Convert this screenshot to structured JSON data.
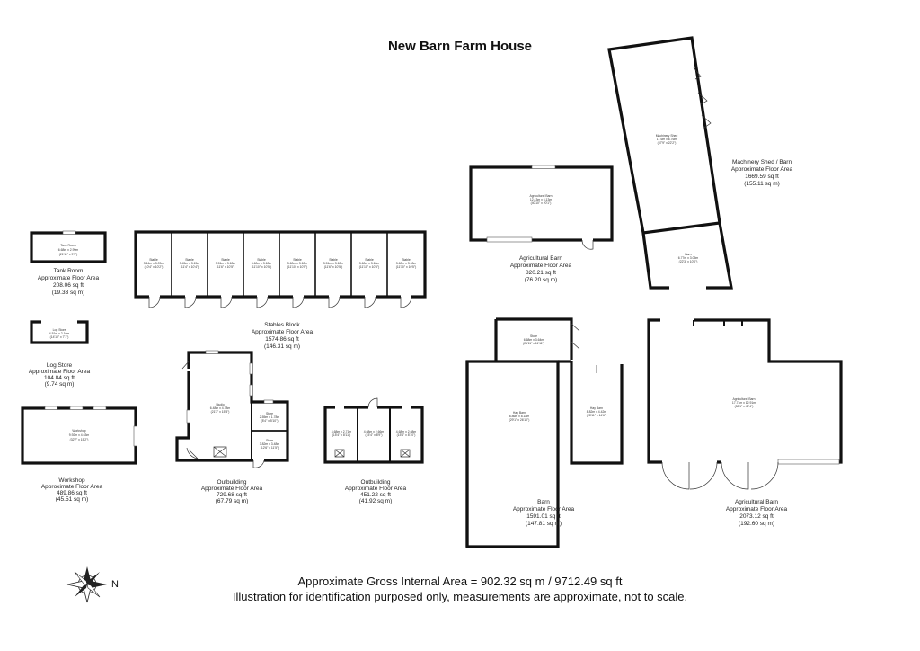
{
  "title": "New Barn Farm House",
  "footer": {
    "gross_area": "Approximate Gross Internal Area = 902.32 sq m / 9712.49 sq ft",
    "disclaimer": "Illustration for identification purposed only, measurements are approximate, not to scale."
  },
  "compass_label": "N",
  "buildings": {
    "tank_room": {
      "name": "Tank Room",
      "area_label": "Approximate Floor Area",
      "sqft": "208.06 sq ft",
      "sqm": "(19.33 sq m)"
    },
    "log_store": {
      "name": "Log Store",
      "area_label": "Approximate Floor Area",
      "sqft": "104.84 sq ft",
      "sqm": "(9.74 sq m)"
    },
    "workshop": {
      "name": "Workshop",
      "area_label": "Approximate Floor Area",
      "sqft": "489.86 sq ft",
      "sqm": "(45.51 sq m)"
    },
    "stables_block": {
      "name": "Stables Block",
      "area_label": "Approximate Floor Area",
      "sqft": "1574.86 sq ft",
      "sqm": "(146.31 sq m)"
    },
    "outbuilding_1": {
      "name": "Outbuilding",
      "area_label": "Approximate Floor Area",
      "sqft": "729.68 sq ft",
      "sqm": "(67.79 sq m)"
    },
    "outbuilding_2": {
      "name": "Outbuilding",
      "area_label": "Approximate Floor Area",
      "sqft": "451.22 sq ft",
      "sqm": "(41.92 sq m)"
    },
    "agricultural_barn_1": {
      "name": "Agricultural Barn",
      "area_label": "Approximate Floor Area",
      "sqft": "820.21 sq ft",
      "sqm": "(76.20 sq m)"
    },
    "machinery_shed": {
      "name": "Machinery Shed / Barn",
      "area_label": "Approximate Floor Area",
      "sqft": "1669.59 sq ft",
      "sqm": "(155.11 sq m)"
    },
    "barn": {
      "name": "Barn",
      "area_label": "Approximate Floor Area",
      "sqft": "1591.01 sq ft",
      "sqm": "(147.81 sq m)"
    },
    "agricultural_barn_2": {
      "name": "Agricultural Barn",
      "area_label": "Approximate Floor Area",
      "sqft": "2073.12 sq ft",
      "sqm": "(192.60 sq m)"
    }
  },
  "rooms": {
    "tank_room": {
      "name": "Tank Room",
      "dims": "6.68m x 2.99m",
      "imperial": "(21'11\" x 9'9\")"
    },
    "log_store": {
      "name": "Log Store",
      "dims": "4.51m x 2.16m",
      "imperial": "(14'10\" x 7'1\")"
    },
    "workshop": {
      "name": "Workshop",
      "dims": "9.92m x 4.63m",
      "imperial": "(32'7\" x 15'2\")"
    },
    "stables": [
      {
        "name": "Stable",
        "dims": "3.14m x 3.09m",
        "imperial": "(10'4\" x 10'2\")"
      },
      {
        "name": "Stable",
        "dims": "3.45m x 3.15m",
        "imperial": "(11'4\" x 10'4\")"
      },
      {
        "name": "Stable",
        "dims": "3.51m x 3.18m",
        "imperial": "(11'6\" x 10'5\")"
      },
      {
        "name": "Stable",
        "dims": "3.60m x 3.18m",
        "imperial": "(11'10\" x 10'5\")"
      },
      {
        "name": "Stable",
        "dims": "3.60m x 3.18m",
        "imperial": "(11'10\" x 10'5\")"
      },
      {
        "name": "Stable",
        "dims": "3.51m x 3.18m",
        "imperial": "(11'6\" x 10'5\")"
      },
      {
        "name": "Stable",
        "dims": "3.60m x 3.18m",
        "imperial": "(11'10\" x 10'5\")"
      },
      {
        "name": "Stable",
        "dims": "3.60m x 3.18m",
        "imperial": "(11'10\" x 10'5\")"
      }
    ],
    "studio": {
      "name": "Studio",
      "dims": "6.48m x 4.78m",
      "imperial": "(21'3\" x 15'8\")"
    },
    "store_a": {
      "name": "Store",
      "dims": "2.55m x 1.78m",
      "imperial": "(8'4\" x 5'10\")"
    },
    "store_b": {
      "name": "Store",
      "dims": "3.82m x 3.48m",
      "imperial": "(12'6\" x 11'5\")"
    },
    "outbuilding_rooms": [
      {
        "dims": "4.68m x 2.71m",
        "imperial": "(15'4\" x 8'11\")"
      },
      {
        "dims": "4.68m x 2.66m",
        "imperial": "(15'4\" x 8'9\")"
      },
      {
        "dims": "4.68m x 2.68m",
        "imperial": "(15'4\" x 8'10\")"
      }
    ],
    "agri_barn_1": {
      "name": "Agricultural Barn",
      "dims": "12.43m x 6.13m",
      "imperial": "(40'10\" x 20'1\")"
    },
    "machinery_shed": {
      "name": "Machinery Shed",
      "dims": "17.6m x 6.76m",
      "imperial": "(57'9\" x 22'2\")"
    },
    "barn_small": {
      "name": "Barn",
      "dims": "6.77m x 3.05m",
      "imperial": "(22'3\" x 10'0\")"
    },
    "barn_store": {
      "name": "Store",
      "dims": "6.68m x 3.64m",
      "imperial": "(21'11\" x 11'11\")"
    },
    "hay_barn_1": {
      "name": "Hay Barn",
      "dims": "8.86m x 8.18m",
      "imperial": "(29'1\" x 26'10\")"
    },
    "hay_barn_2": {
      "name": "Hay Barn",
      "dims": "8.82m x 4.42m",
      "imperial": "(28'11\" x 14'6\")"
    },
    "agri_barn_2": {
      "name": "Agricultural Barn",
      "dims": "17.71m x 12.91m",
      "imperial": "(58'1\" x 42'4\")"
    }
  }
}
